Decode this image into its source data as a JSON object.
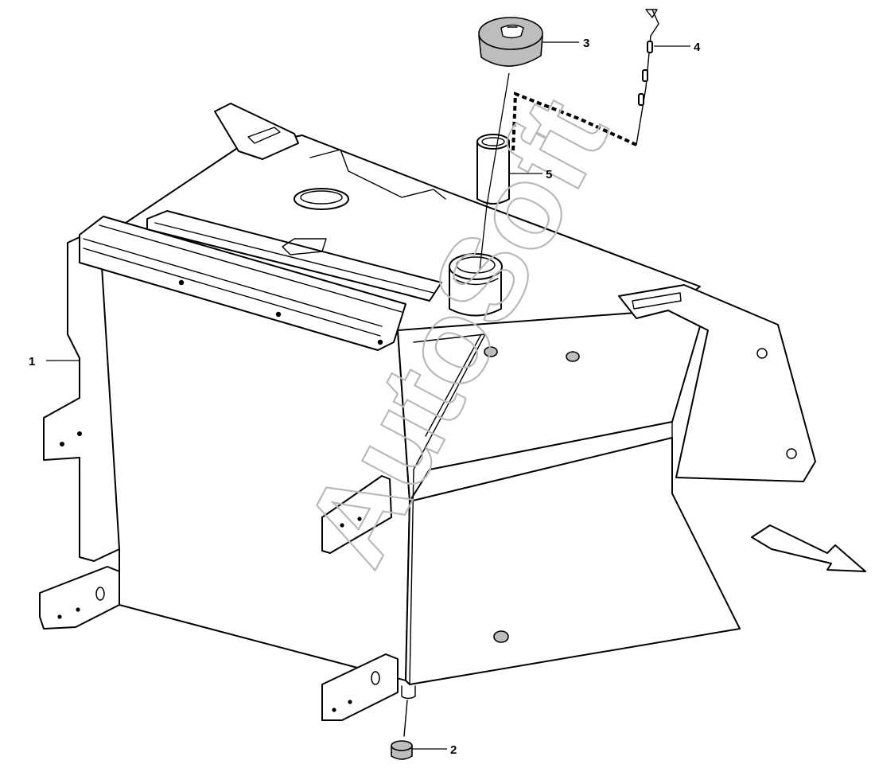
{
  "diagram": {
    "watermark": "AutoSoft",
    "callouts": [
      {
        "id": "1",
        "label": "1"
      },
      {
        "id": "2",
        "label": "2"
      },
      {
        "id": "3",
        "label": "3"
      },
      {
        "id": "4",
        "label": "4"
      },
      {
        "id": "5",
        "label": "5"
      }
    ],
    "parts": {
      "1": "fuel-tank",
      "2": "drain-plug",
      "3": "filler-cap",
      "4": "dipstick-chain",
      "5": "filler-strainer"
    }
  }
}
